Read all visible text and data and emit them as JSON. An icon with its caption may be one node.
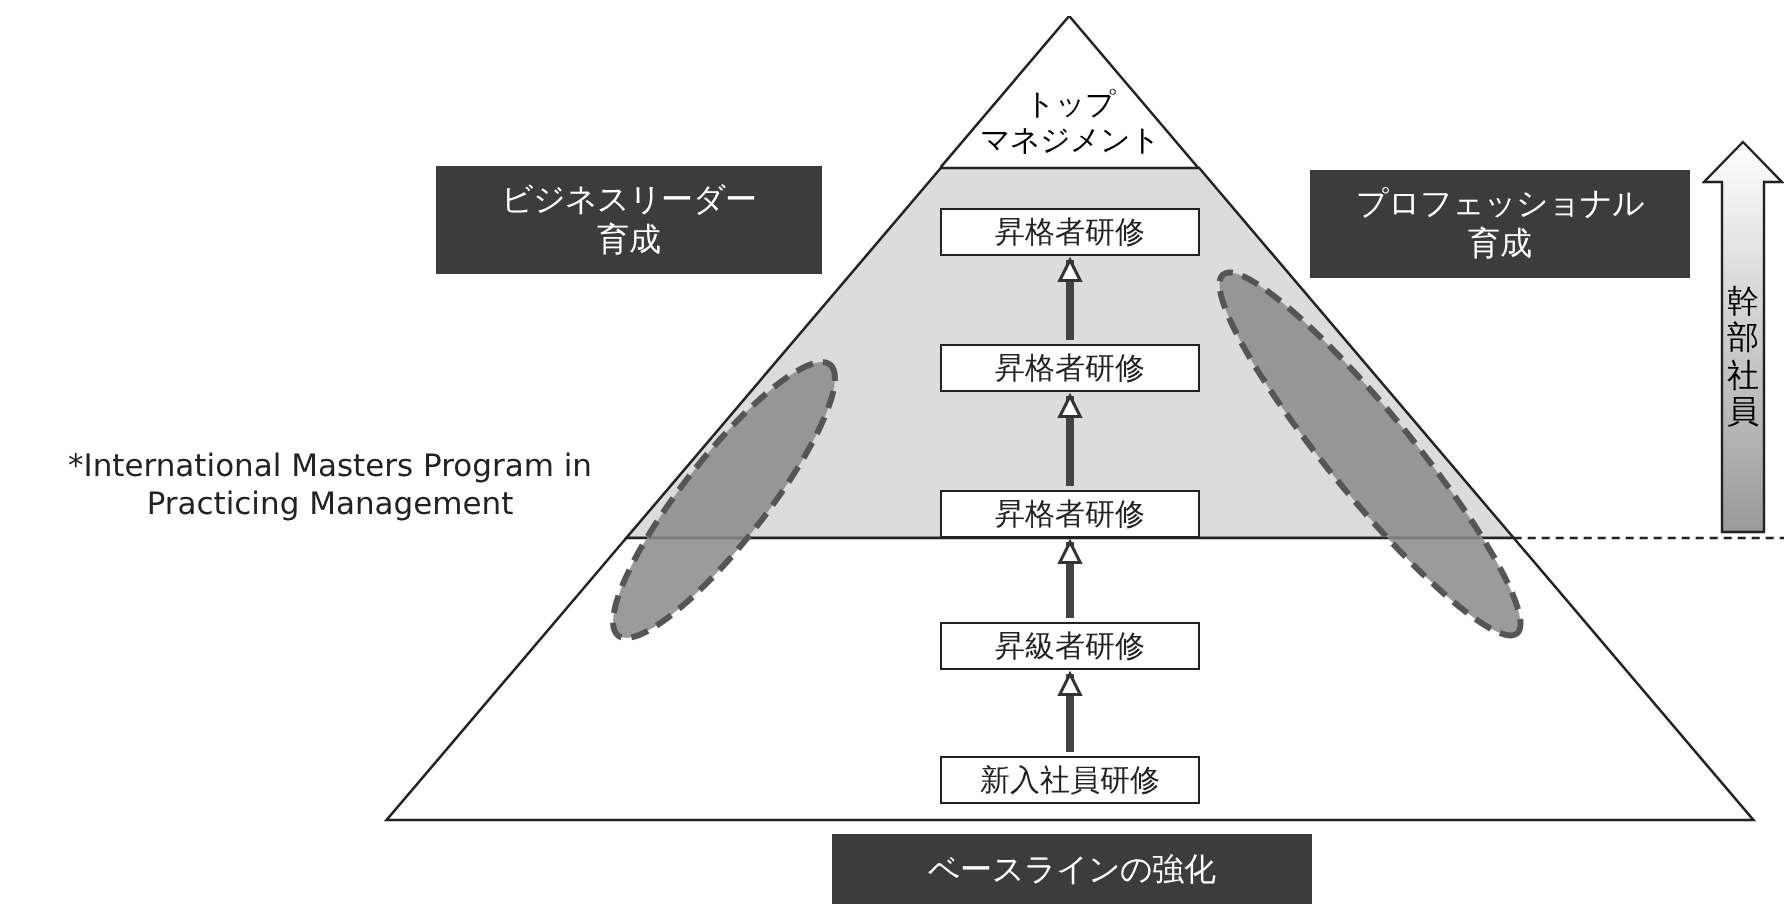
{
  "diagram": {
    "nodes": [
      {
        "text": [
          "トップ",
          "マネジメント"
        ]
      },
      {
        "text": [
          "ビジネスリーダー育成"
        ]
      },
      {
        "text": [
          "昇格者研修"
        ]
      },
      {
        "text": [
          "プロフェッショナル育成"
        ]
      },
      {
        "text": [
          "幹部社員"
        ]
      },
      {
        "text": [
          "昇格者研修"
        ]
      },
      {
        "text": [
          "昇格者研修"
        ]
      },
      {
        "text": [
          "昇級者研修"
        ]
      },
      {
        "text": [
          "新入社員研修"
        ]
      },
      {
        "text": [
          "ベースラインの強化"
        ]
      }
    ],
    "edges": [
      {
        "from": 5,
        "to": 2,
        "arrow": "to"
      },
      {
        "from": 6,
        "to": 5,
        "arrow": "to"
      },
      {
        "from": 7,
        "to": 6,
        "arrow": "to"
      },
      {
        "from": 8,
        "to": 7,
        "arrow": "to"
      }
    ],
    "labels": [
      "*International Masters Program in Practicing Management"
    ]
  }
}
